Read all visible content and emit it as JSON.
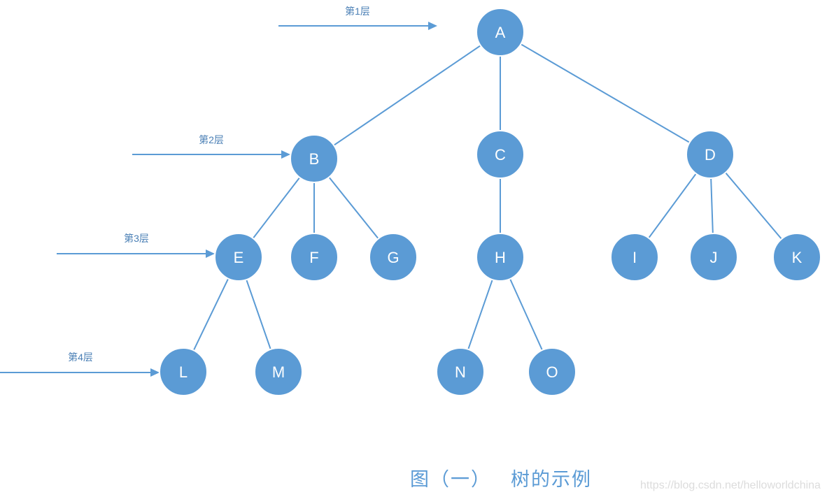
{
  "colors": {
    "node": "#5b9bd5",
    "edge": "#5b9bd5",
    "text": "#ffffff"
  },
  "levels": [
    "第1层",
    "第2层",
    "第3层",
    "第4层"
  ],
  "nodes": [
    "A",
    "B",
    "C",
    "D",
    "E",
    "F",
    "G",
    "H",
    "I",
    "J",
    "K",
    "L",
    "M",
    "N",
    "O"
  ],
  "edges": [
    [
      "A",
      "B"
    ],
    [
      "A",
      "C"
    ],
    [
      "A",
      "D"
    ],
    [
      "B",
      "E"
    ],
    [
      "B",
      "F"
    ],
    [
      "B",
      "G"
    ],
    [
      "C",
      "H"
    ],
    [
      "D",
      "I"
    ],
    [
      "D",
      "J"
    ],
    [
      "D",
      "K"
    ],
    [
      "E",
      "L"
    ],
    [
      "E",
      "M"
    ],
    [
      "H",
      "N"
    ],
    [
      "H",
      "O"
    ]
  ],
  "caption": {
    "figure": "图（一）",
    "title": "树的示例"
  },
  "watermark": "https://blog.csdn.net/helloworldchina"
}
